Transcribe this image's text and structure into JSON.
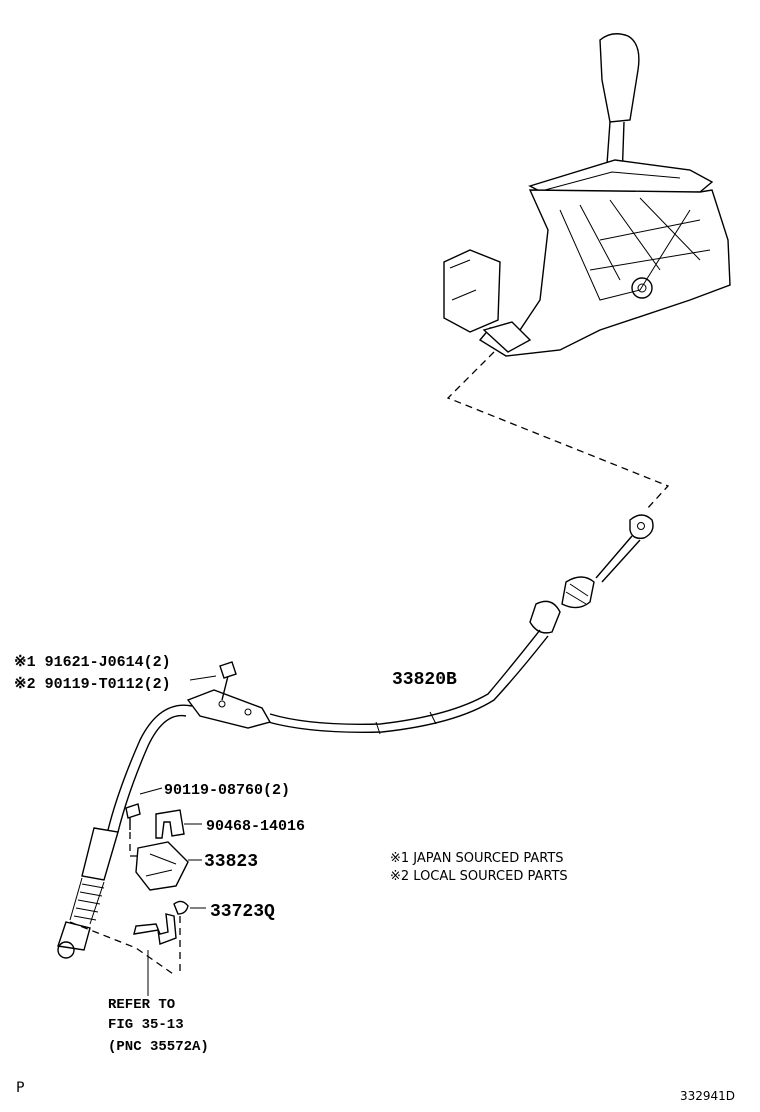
{
  "callouts": {
    "part_91621": "※1 91621-J0614(2)",
    "part_90119_t": "※2 90119-T0112(2)",
    "part_33820b": "33820B",
    "part_90119_08760": "90119-08760(2)",
    "part_90468": "90468-14016",
    "part_33823": "33823",
    "part_33723q": "33723Q"
  },
  "refer": {
    "line1": "REFER TO",
    "line2": "FIG 35-13",
    "line3": "(PNC 35572A)"
  },
  "legend": {
    "note1": "※1 JAPAN SOURCED PARTS",
    "note2": "※2 LOCAL SOURCED PARTS"
  },
  "footer": {
    "page_mark": "P",
    "figure_id": "332941D"
  }
}
